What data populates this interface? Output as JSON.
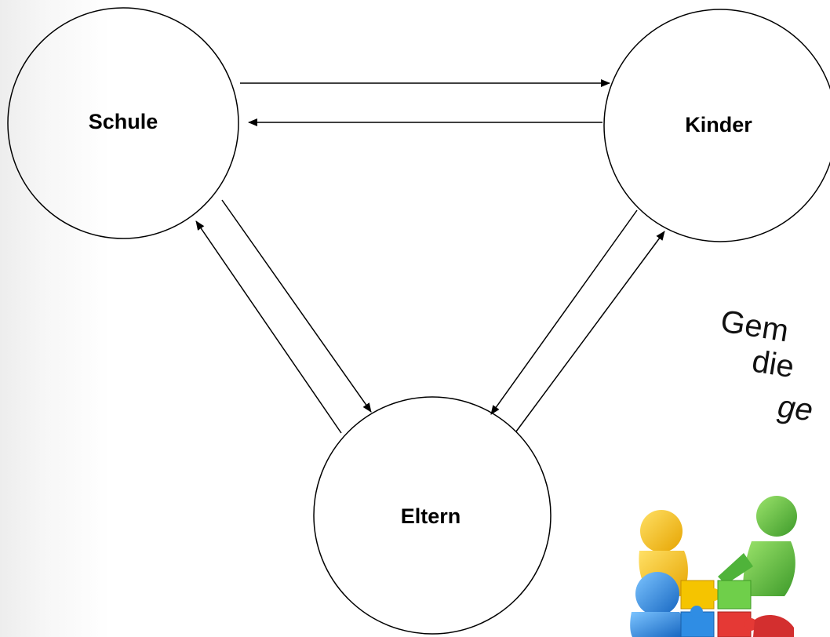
{
  "nodes": {
    "schule": {
      "label": "Schule"
    },
    "kinder": {
      "label": "Kinder"
    },
    "eltern": {
      "label": "Eltern"
    }
  },
  "slogan": {
    "line1": "Gem",
    "line2": "die",
    "line3": "ge"
  },
  "colors": {
    "stroke": "#000000",
    "background": "#ffffff",
    "puzzle_yellow": "#f4b400",
    "puzzle_green": "#4caf50",
    "puzzle_blue": "#1e88e5",
    "puzzle_red": "#e53935"
  },
  "illustration": {
    "icon": "puzzle-teamwork-figures-icon"
  }
}
